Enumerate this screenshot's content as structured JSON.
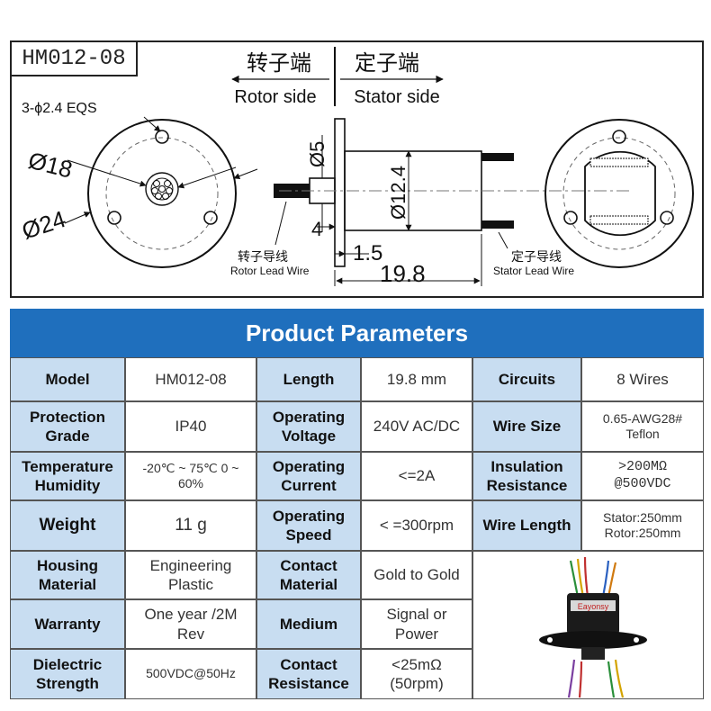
{
  "drawing": {
    "model": "HM012-08",
    "rotor_cn": "转子端",
    "stator_cn": "定子端",
    "rotor_en": "Rotor side",
    "stator_en": "Stator side",
    "holes_label": "3-ϕ2.4 EQS",
    "dia18": "Ø18",
    "dia24": "Ø24",
    "dia5": "Ø5",
    "dia12": "Ø12.4",
    "dim4": "4",
    "dim15": "1.5",
    "dim198": "19.8",
    "rotor_wire_cn": "转子导线",
    "rotor_wire_en": "Rotor Lead Wire",
    "stator_wire_cn": "定子导线",
    "stator_wire_en": "Stator Lead Wire"
  },
  "params": {
    "header": "Product Parameters",
    "model_label": "Model",
    "model_value": "HM012-08",
    "length_label": "Length",
    "length_value": "19.8 mm",
    "circuits_label": "Circuits",
    "circuits_value": "8 Wires",
    "protection_label": "Protection Grade",
    "protection_value": "IP40",
    "op_voltage_label": "Operating Voltage",
    "op_voltage_value": "240V AC/DC",
    "wire_size_label": "Wire Size",
    "wire_size_value": "0.65-AWG28# Teflon",
    "temp_label": "Temperature Humidity",
    "temp_value": "-20℃ ~ 75℃ 0 ~ 60%",
    "op_current_label": "Operating Current",
    "op_current_value": "<=2A",
    "insulation_label": "Insulation Resistance",
    "insulation_value": ">200MΩ @500VDC",
    "weight_label": "Weight",
    "weight_value": "11 g",
    "op_speed_label": "Operating Speed",
    "op_speed_value": "< =300rpm",
    "wire_length_label": "Wire Length",
    "wire_length_value": "Stator:250mm Rotor:250mm",
    "housing_label": "Housing Material",
    "housing_value": "Engineering Plastic",
    "contact_mat_label": "Contact Material",
    "contact_mat_value": "Gold to Gold",
    "warranty_label": "Warranty",
    "warranty_value": "One year /2M Rev",
    "medium_label": "Medium",
    "medium_value": "Signal or Power",
    "dielectric_label": "Dielectric Strength",
    "dielectric_value": "500VDC@50Hz",
    "contact_res_label": "Contact Resistance",
    "contact_res_value": "<25mΩ (50rpm)",
    "photo_brand": "Eayonsy"
  },
  "colors": {
    "header_bg": "#1f6fbd",
    "label_bg": "#c8ddf1",
    "border": "#555555"
  }
}
